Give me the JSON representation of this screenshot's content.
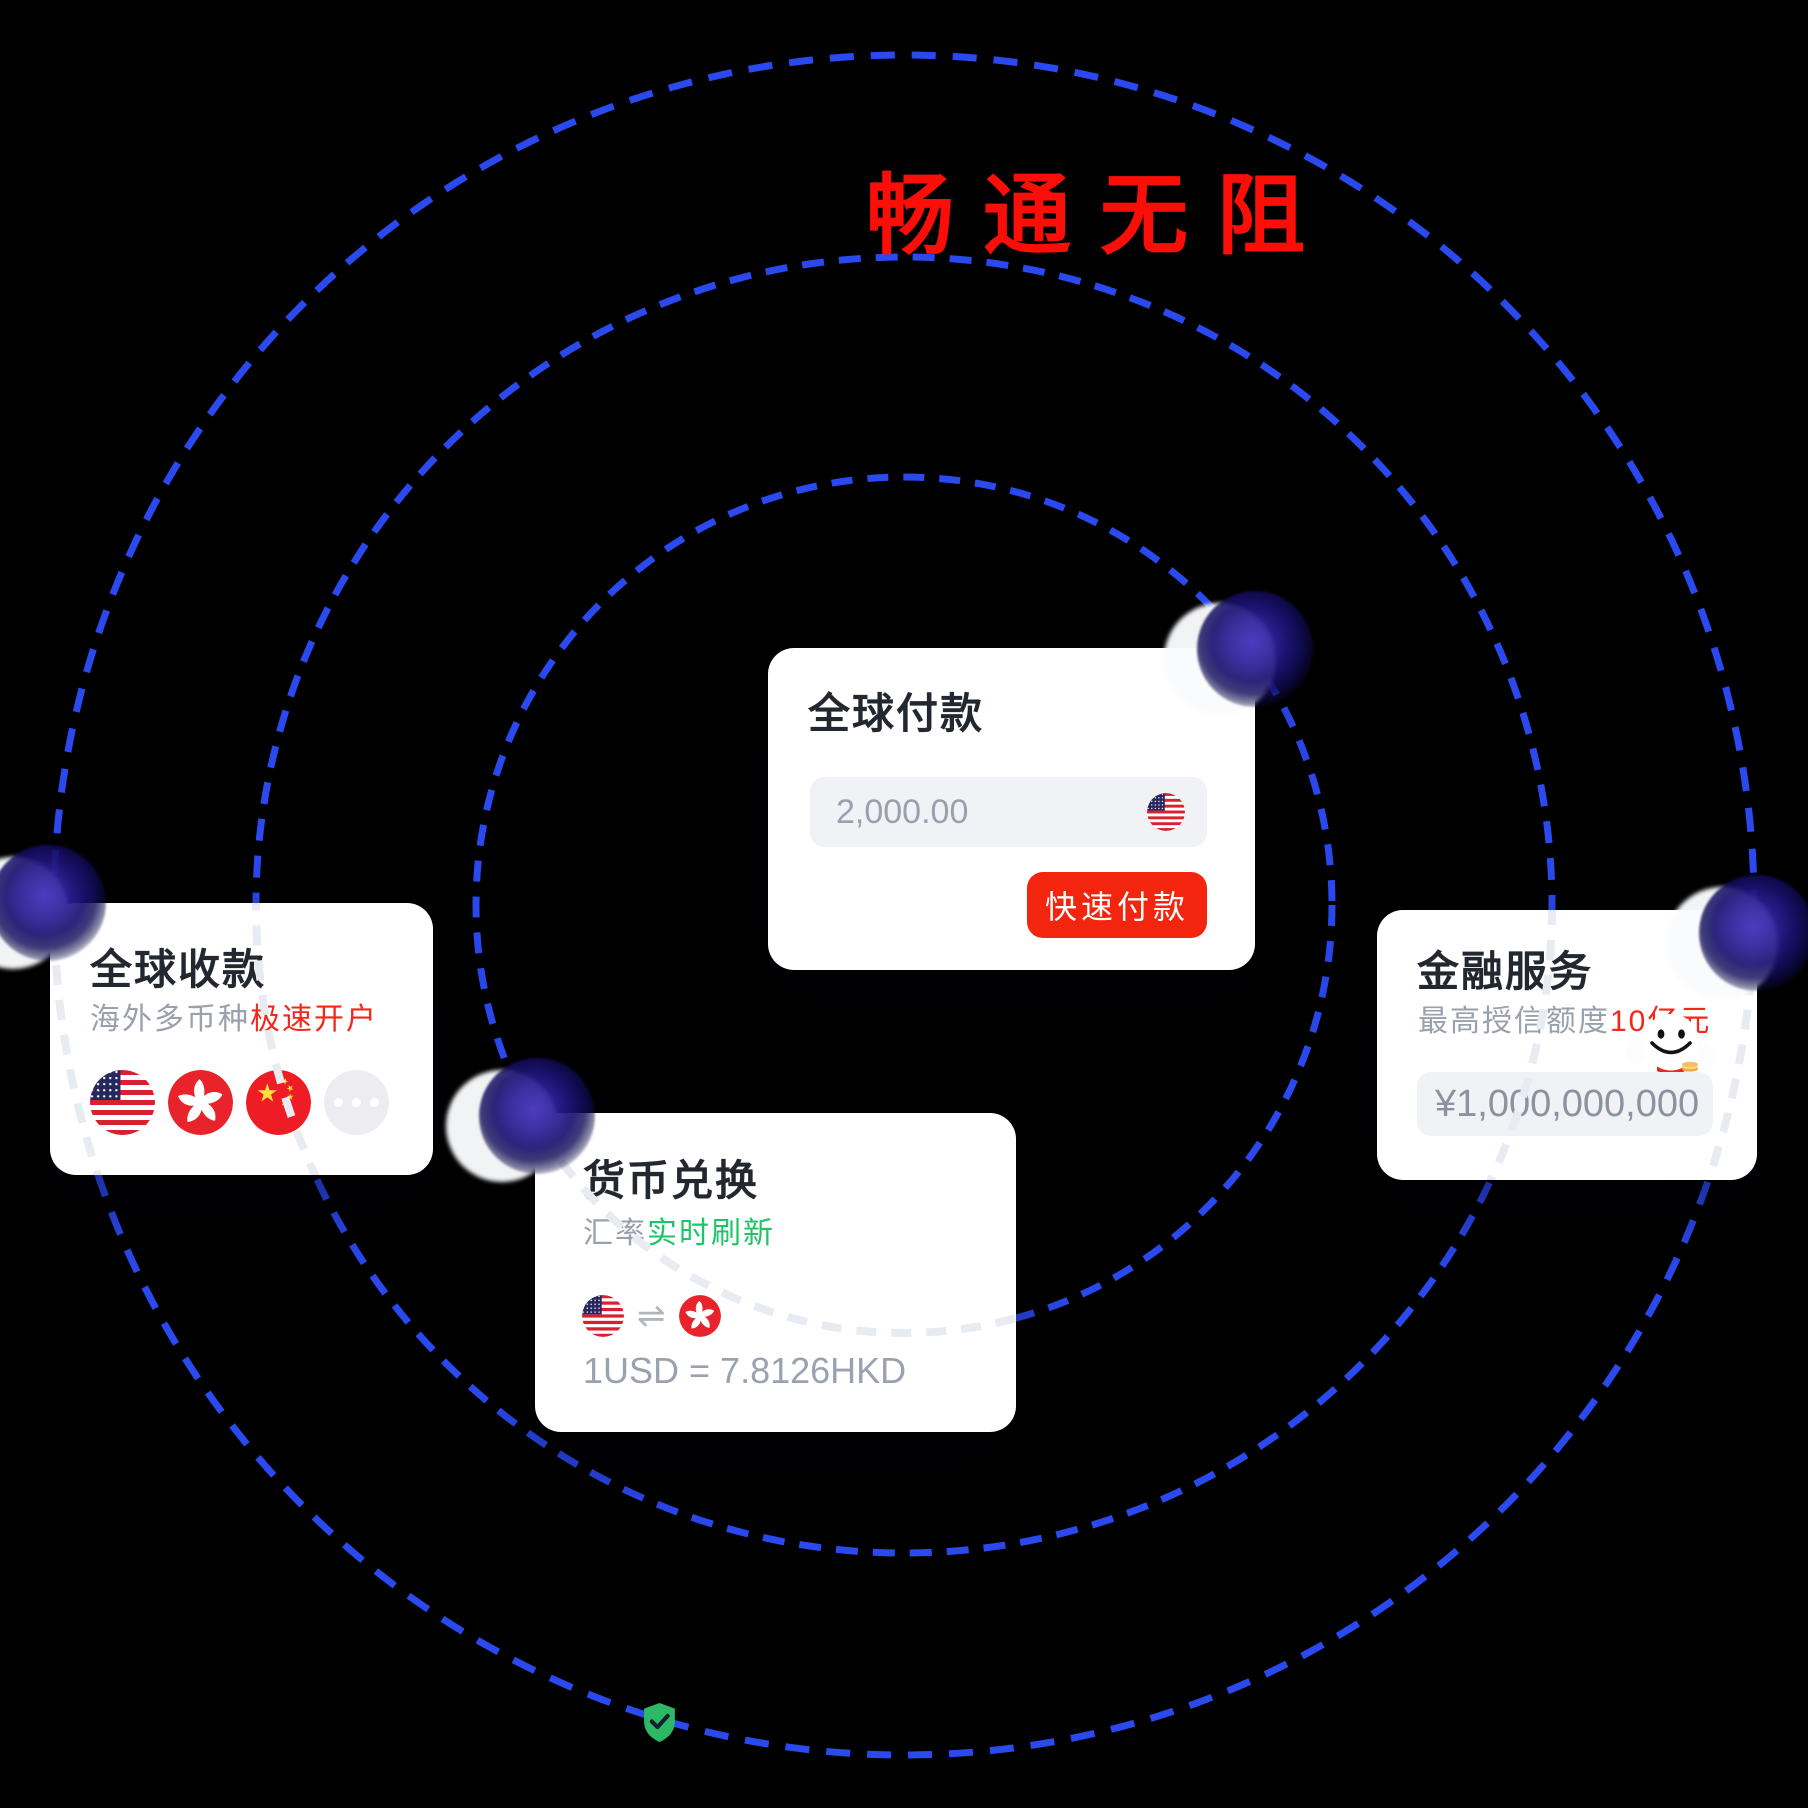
{
  "hero": {
    "title": "畅通无阻"
  },
  "cards": {
    "payment": {
      "title": "全球付款",
      "amount_value": "2,000.00",
      "pay_button": "快速付款"
    },
    "receive": {
      "title": "全球收款",
      "subtitle_plain": "海外多币种",
      "subtitle_accent": "极速开户"
    },
    "exchange": {
      "title": "货币兑换",
      "subtitle_plain": "汇率",
      "subtitle_accent": "实时刷新",
      "swap_glyph": "⇌",
      "rate": "1USD = 7.8126HKD"
    },
    "finance": {
      "title": "金融服务",
      "subtitle_plain": "最高授信额度",
      "subtitle_accent": "10亿元",
      "credit_value": "¥1,000,000,000"
    }
  },
  "icons": {
    "currency_flags": [
      "us-flag",
      "hk-flag",
      "cn-flag",
      "more-currencies"
    ],
    "badge": "shield-check",
    "mascot": "joy-dog-mascot"
  },
  "colors": {
    "background": "#000000",
    "orbit_blue": "#2a49ef",
    "orbit_gray_on_card": "#e8ebf1",
    "title_red": "#fb0e08",
    "accent_red": "#f5261a",
    "accent_green": "#1ec468",
    "button_red": "#f3250f",
    "text_dark": "#23272f",
    "text_gray": "#9aa0ac",
    "value_gray": "#99a1af",
    "input_bg": "#f1f2f6"
  }
}
